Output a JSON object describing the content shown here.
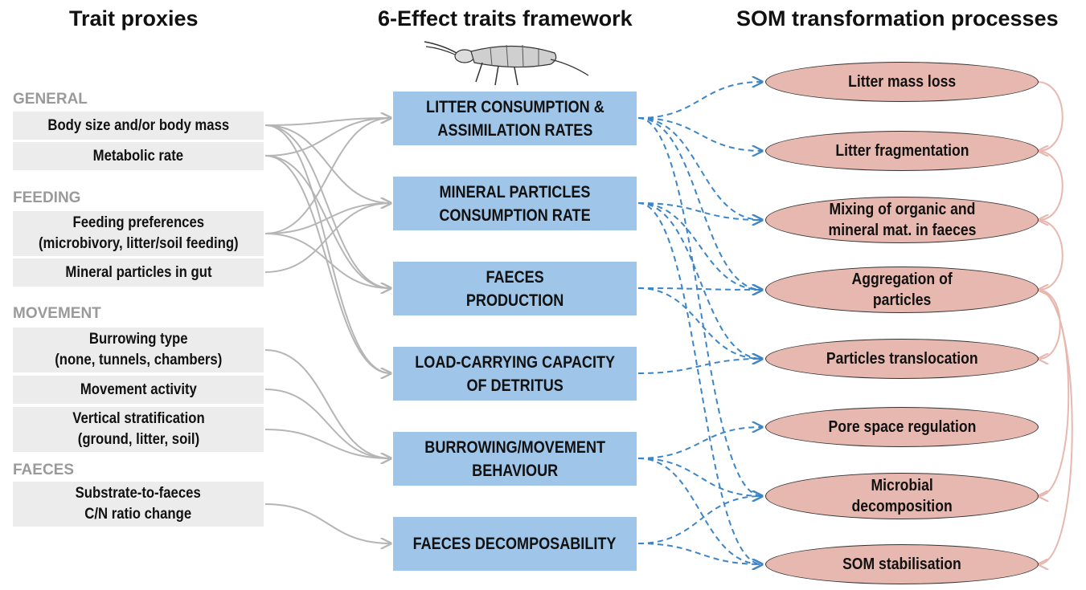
{
  "headers": {
    "left": "Trait proxies",
    "middle": "6-Effect traits framework",
    "right": "SOM transformation processes"
  },
  "categories": {
    "general": "GENERAL",
    "feeding": "FEEDING",
    "movement": "MOVEMENT",
    "faeces": "FAECES"
  },
  "proxies": {
    "body_size": [
      "Body size and/or body mass"
    ],
    "metabolic": [
      "Metabolic rate"
    ],
    "feeding_pref": [
      "Feeding preferences",
      "(microbivory, litter/soil feeding)"
    ],
    "mineral_gut": [
      "Mineral particles in gut"
    ],
    "burrowing": [
      "Burrowing type",
      "(none, tunnels, chambers)"
    ],
    "movement_act": [
      "Movement activity"
    ],
    "vertical": [
      "Vertical stratification",
      "(ground, litter, soil)"
    ],
    "cn_ratio": [
      "Substrate-to-faeces",
      "C/N ratio change"
    ]
  },
  "effects": {
    "litter": [
      "LITTER CONSUMPTION &",
      "ASSIMILATION RATES"
    ],
    "mineral": [
      "MINERAL PARTICLES",
      "CONSUMPTION RATE"
    ],
    "faeces_prod": [
      "FAECES",
      "PRODUCTION"
    ],
    "load": [
      "LOAD-CARRYING CAPACITY",
      "OF DETRITUS"
    ],
    "burrow": [
      "BURROWING/MOVEMENT",
      "BEHAVIOUR"
    ],
    "decomp": [
      "FAECES DECOMPOSABILITY"
    ]
  },
  "processes": {
    "mass_loss": [
      "Litter mass loss"
    ],
    "fragmentation": [
      "Litter fragmentation"
    ],
    "mixing": [
      "Mixing of organic and",
      "mineral mat. in faeces"
    ],
    "aggregation": [
      "Aggregation of",
      "particles"
    ],
    "translocation": [
      "Particles translocation"
    ],
    "pore": [
      "Pore space regulation"
    ],
    "microbial": [
      "Microbial",
      "decomposition"
    ],
    "stabilisation": [
      "SOM stabilisation"
    ]
  },
  "colors": {
    "proxy_bg": "#ececec",
    "effect_bg": "#9fc5e8",
    "process_bg": "#e6b8af",
    "grey_arrow": "#b5b5b5",
    "blue_arrow": "#3d85c6",
    "pink_arrow": "#e6b8af",
    "category_text": "#9a9a9a"
  }
}
